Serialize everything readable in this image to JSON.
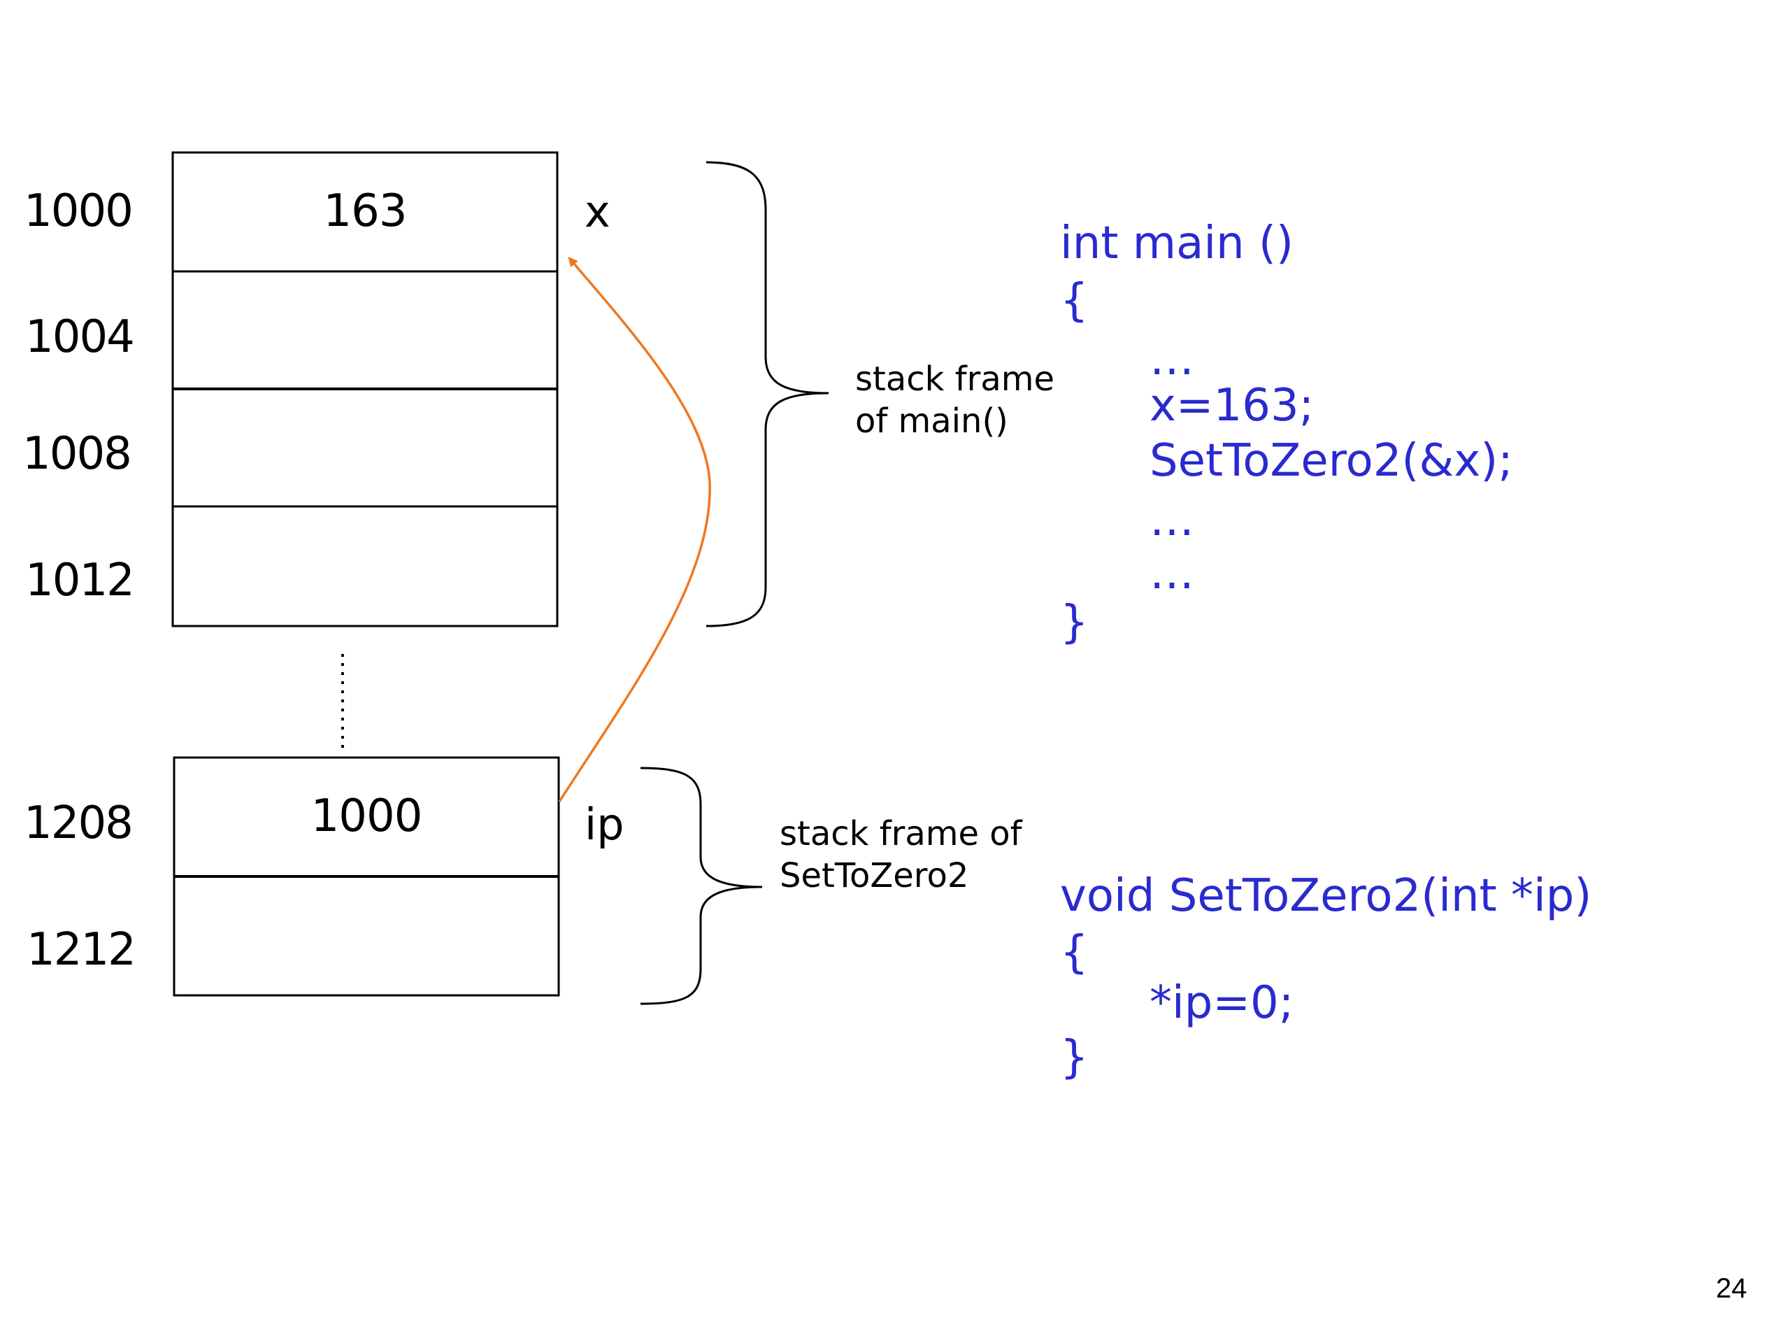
{
  "memory": {
    "main_frame": {
      "cells": [
        {
          "address": "1000",
          "value": "163",
          "var": "x"
        },
        {
          "address": "1004",
          "value": ""
        },
        {
          "address": "1008",
          "value": ""
        },
        {
          "address": "1012",
          "value": ""
        }
      ],
      "label_line1": "stack frame",
      "label_line2": "of main()"
    },
    "callee_frame": {
      "cells": [
        {
          "address": "1208",
          "value": "1000",
          "var": "ip"
        },
        {
          "address": "1212",
          "value": ""
        }
      ],
      "label_line1": "stack frame of",
      "label_line2": "SetToZero2"
    }
  },
  "code_main": {
    "signature": "int main ()",
    "open_brace": "{",
    "lines": [
      "…",
      "x=163;",
      "SetToZero2(&x);",
      "…",
      "…"
    ],
    "close_brace": "}"
  },
  "code_settozero": {
    "signature": "void SetToZero2(int *ip)",
    "open_brace": "{",
    "lines": [
      "*ip=0;"
    ],
    "close_brace": "}"
  },
  "colors": {
    "code": "#2a2ad0",
    "pointer_arrow": "#f07820",
    "line": "#000000"
  },
  "slide_number": "24"
}
